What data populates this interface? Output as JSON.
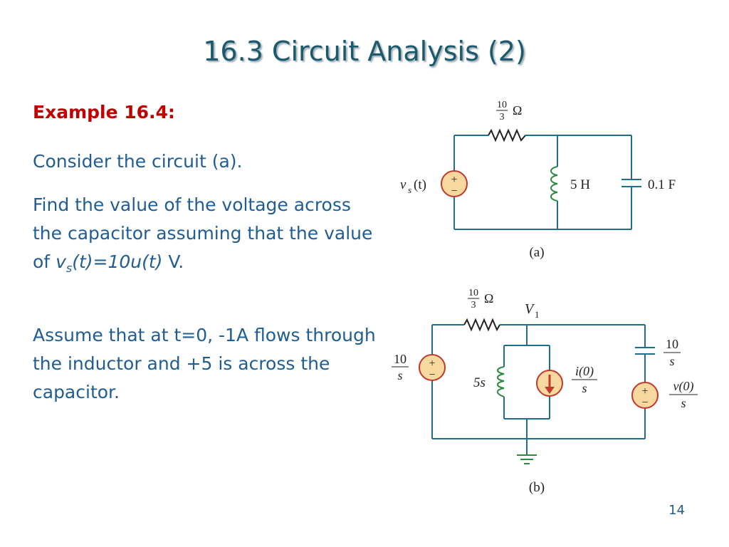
{
  "slide": {
    "title": "16.3 Circuit Analysis (2)",
    "example_label": "Example 16.4:",
    "para1": "Consider the circuit (a).",
    "para2_text": "Find the value of the voltage across the capacitor assuming that the value of",
    "para2_vs": "v",
    "para2_vs_sub": "s",
    "para2_expr": "(t)=10u(t)",
    "para2_unit": " V.",
    "para3": "Assume that at t=0, -1A flows through the inductor and +5 is across the capacitor.",
    "page_number": "14"
  },
  "circuit_a": {
    "resistor_num": "10",
    "resistor_den": "3",
    "resistor_unit": "Ω",
    "source_v": "v",
    "source_sub": "s",
    "source_t": "(t)",
    "inductor_label": "5 H",
    "capacitor_label": "0.1 F",
    "caption": "(a)",
    "source_plus": "+",
    "source_minus": "−"
  },
  "circuit_b": {
    "resistor_num": "10",
    "resistor_den": "3",
    "resistor_unit": "Ω",
    "node_label": "V",
    "node_sub": "1",
    "source_num": "10",
    "source_den": "s",
    "inductor_label": "5s",
    "current_num": "i(0)",
    "current_den": "s",
    "cap_num": "10",
    "cap_den": "s",
    "cap_src_num": "v(0)",
    "cap_src_den": "s",
    "caption": "(b)",
    "source_plus": "+",
    "source_minus": "−"
  },
  "colors": {
    "title": "#1b5a6e",
    "text": "#1f5d93",
    "example": "#c00000",
    "wire": "#1f6f8b",
    "source_fill": "#f7d9a0",
    "source_stroke": "#c0392b"
  }
}
